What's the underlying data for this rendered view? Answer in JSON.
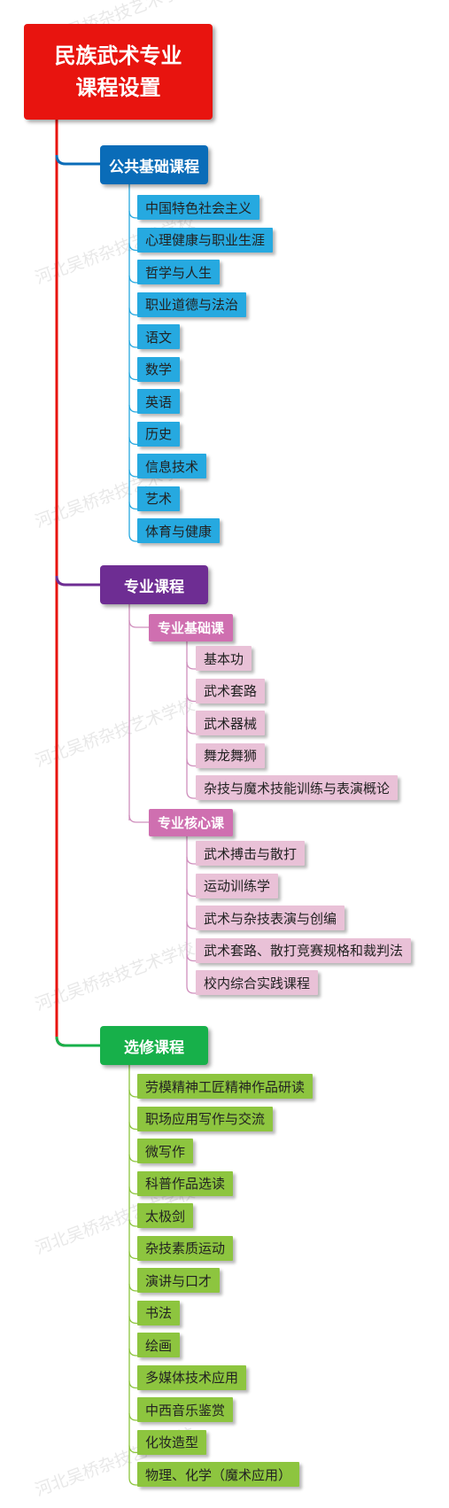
{
  "title_line1": "民族武术专业",
  "title_line2": "课程设置",
  "watermark": "河北吴桥杂技艺术学校",
  "colors": {
    "root": "#e8140f",
    "public": "#0a6cb8",
    "major": "#6e2d93",
    "elective": "#17b04a",
    "leaf_public": "#26a9e0",
    "leaf_major": "#e9c1d7",
    "sub_major": "#cf6fb0",
    "leaf_elective": "#8dc53f"
  },
  "public": {
    "title": "公共基础课程",
    "items": [
      "中国特色社会主义",
      "心理健康与职业生涯",
      "哲学与人生",
      "职业道德与法治",
      "语文",
      "数学",
      "英语",
      "历史",
      "信息技术",
      "艺术",
      "体育与健康"
    ]
  },
  "major": {
    "title": "专业课程",
    "basic": {
      "title": "专业基础课",
      "items": [
        "基本功",
        "武术套路",
        "武术器械",
        "舞龙舞狮",
        "杂技与魔术技能训练与表演概论"
      ]
    },
    "core": {
      "title": "专业核心课",
      "items": [
        "武术搏击与散打",
        "运动训练学",
        "武术与杂技表演与创编",
        "武术套路、散打竞赛规格和裁判法",
        "校内综合实践课程"
      ]
    }
  },
  "elective": {
    "title": "选修课程",
    "items": [
      "劳模精神工匠精神作品研读",
      "职场应用写作与交流",
      "微写作",
      "科普作品选读",
      "太极剑",
      "杂技素质运动",
      "演讲与口才",
      "书法",
      "绘画",
      "多媒体技术应用",
      "中西音乐鉴赏",
      "化妆造型",
      "物理、化学（魔术应用）"
    ]
  }
}
